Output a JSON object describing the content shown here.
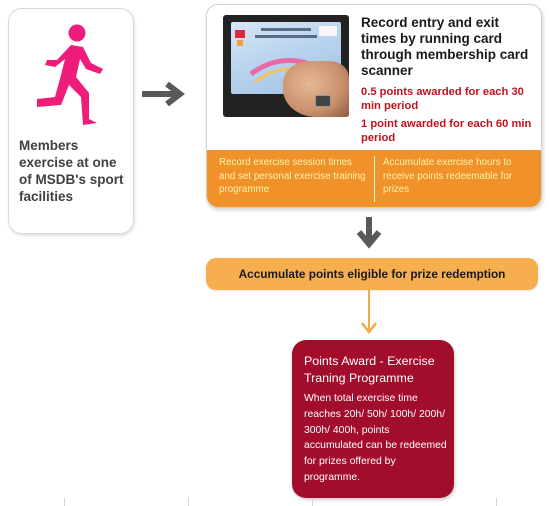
{
  "member": {
    "text": "Members exercise at one of MSDB's sport facilities"
  },
  "scanner": {
    "heading": "Record entry and exit times by running card through membership card scanner",
    "points_half": "0.5 points awarded for each 30 min period",
    "points_one": "1 point awarded for each 60 min period",
    "band_left": "Record exercise session times and set personal exercise training programme",
    "band_right": "Accumulate exercise hours to receive points redeemable for prizes"
  },
  "accumulate": {
    "text": "Accumulate points eligible for prize redemption"
  },
  "award": {
    "title": "Points Award - Exercise Traning Programme",
    "description": "When total exercise time reaches 20h/ 50h/ 100h/ 200h/ 300h/ 400h, points accumulated can be redeemed for prizes offered by programme."
  },
  "colors": {
    "runner": "#ee1d7c",
    "orange_band": "#f0912a",
    "accumulate_bar": "#f7ae4f",
    "award_box": "#a20d2c",
    "points_text": "#c0121c",
    "arrow_dark": "#595959",
    "arrow_orange": "#f5a94a"
  }
}
